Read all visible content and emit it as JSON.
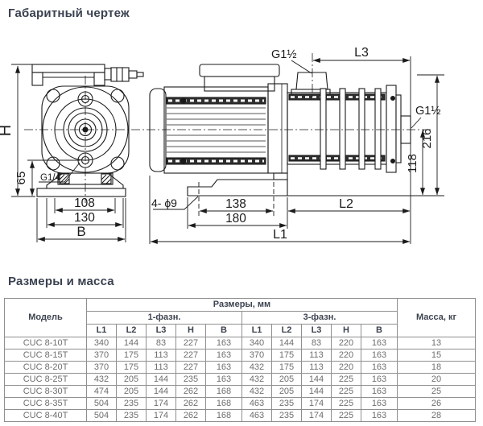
{
  "titles": {
    "drawing": "Габаритный чертеж",
    "table": "Размеры и масса"
  },
  "drawing": {
    "dims": {
      "h": "H",
      "d65": "65",
      "g14": "G1/4",
      "d108": "108",
      "d130": "130",
      "b": "B",
      "g12_top": "G1½",
      "l3": "L3",
      "g12_right": "G1½",
      "d216": "216",
      "d118": "118",
      "holes": "4- ϕ9",
      "d138": "138",
      "d180": "180",
      "l2": "L2",
      "l1": "L1"
    }
  },
  "table": {
    "headers": {
      "model": "Модель",
      "dims": "Размеры, мм",
      "ph1": "1-фазн.",
      "ph3": "3-фазн.",
      "mass": "Масса, кг",
      "sub": [
        "L1",
        "L2",
        "L3",
        "H",
        "B"
      ]
    },
    "rows": [
      {
        "model": "CUC 8-10T",
        "values": [
          340,
          144,
          83,
          227,
          163,
          340,
          144,
          83,
          220,
          163,
          13
        ]
      },
      {
        "model": "CUC 8-15T",
        "values": [
          370,
          175,
          113,
          227,
          163,
          370,
          175,
          113,
          220,
          163,
          15
        ]
      },
      {
        "model": "CUC 8-20T",
        "values": [
          370,
          175,
          113,
          227,
          163,
          432,
          175,
          113,
          220,
          163,
          18
        ]
      },
      {
        "model": "CUC 8-25T",
        "values": [
          432,
          205,
          144,
          235,
          163,
          432,
          205,
          144,
          225,
          163,
          20
        ]
      },
      {
        "model": "CUC 8-30T",
        "values": [
          474,
          205,
          144,
          262,
          168,
          432,
          205,
          144,
          225,
          163,
          25
        ]
      },
      {
        "model": "CUC 8-35T",
        "values": [
          504,
          235,
          174,
          262,
          168,
          463,
          235,
          174,
          225,
          163,
          26
        ]
      },
      {
        "model": "CUC 8-40T",
        "values": [
          504,
          235,
          174,
          262,
          168,
          463,
          235,
          174,
          225,
          163,
          28
        ]
      }
    ]
  }
}
